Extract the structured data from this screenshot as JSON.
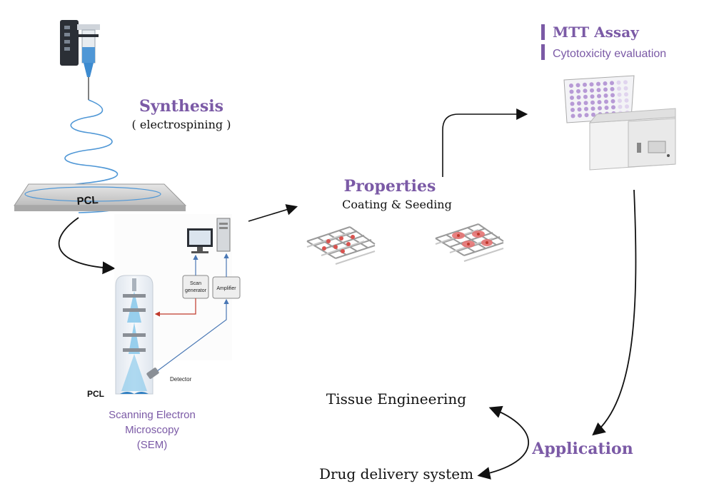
{
  "synthesis": {
    "title": "Synthesis",
    "subtitle": "( electrospining )",
    "substrate_label": "PCL"
  },
  "sem": {
    "title_line1": "Scanning Electron",
    "title_line2": "Microscopy",
    "title_line3": "(SEM)",
    "sample_label": "PCL",
    "scan_generator_line1": "Scan",
    "scan_generator_line2": "generator",
    "amplifier": "Amplifier",
    "detector": "Detector"
  },
  "properties": {
    "title": "Properties",
    "subtitle": "Coating & Seeding"
  },
  "mtt": {
    "title": "MTT Assay",
    "subtitle": "Cytotoxicity evaluation"
  },
  "application": {
    "title": "Application",
    "items": [
      "Tissue Engineering",
      "Drug delivery system"
    ]
  },
  "colors": {
    "accent": "#7b5aa6",
    "needle_blue": "#2f7fc1",
    "scaffold_red": "#d9534f",
    "text": "#111111"
  }
}
